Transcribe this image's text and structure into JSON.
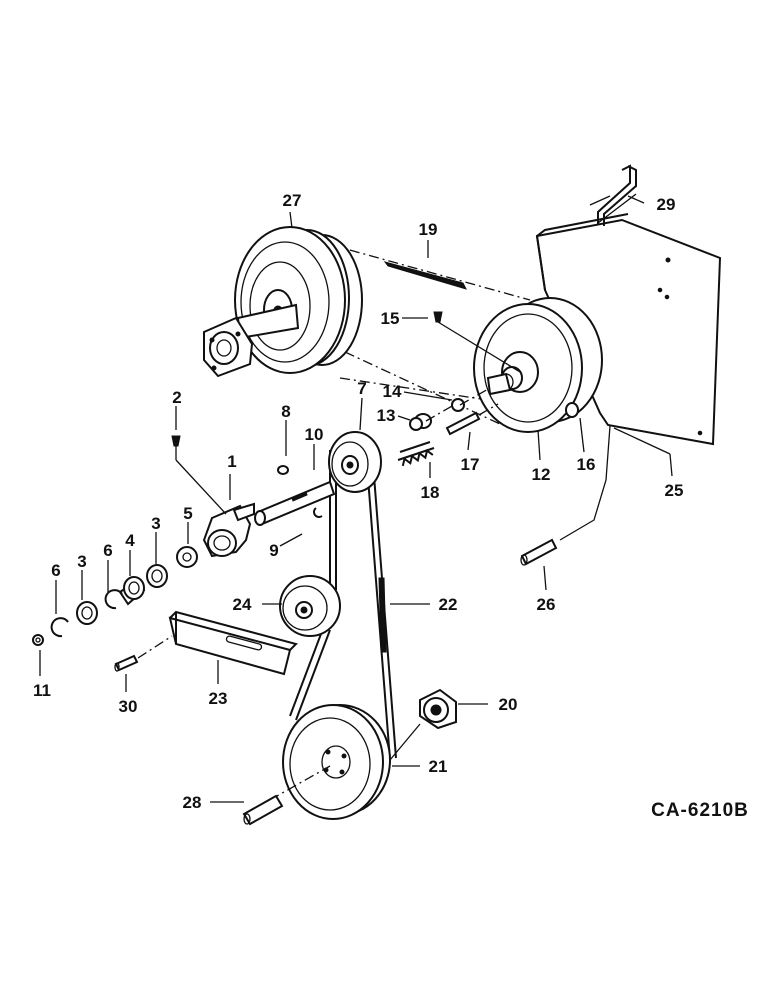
{
  "drawing_code": "CA-6210B",
  "callouts": [
    "1",
    "2",
    "3",
    "3",
    "4",
    "5",
    "6",
    "6",
    "7",
    "8",
    "9",
    "10",
    "11",
    "12",
    "13",
    "14",
    "15",
    "16",
    "17",
    "18",
    "19",
    "20",
    "21",
    "22",
    "23",
    "24",
    "25",
    "26",
    "27",
    "28",
    "29",
    "30"
  ]
}
